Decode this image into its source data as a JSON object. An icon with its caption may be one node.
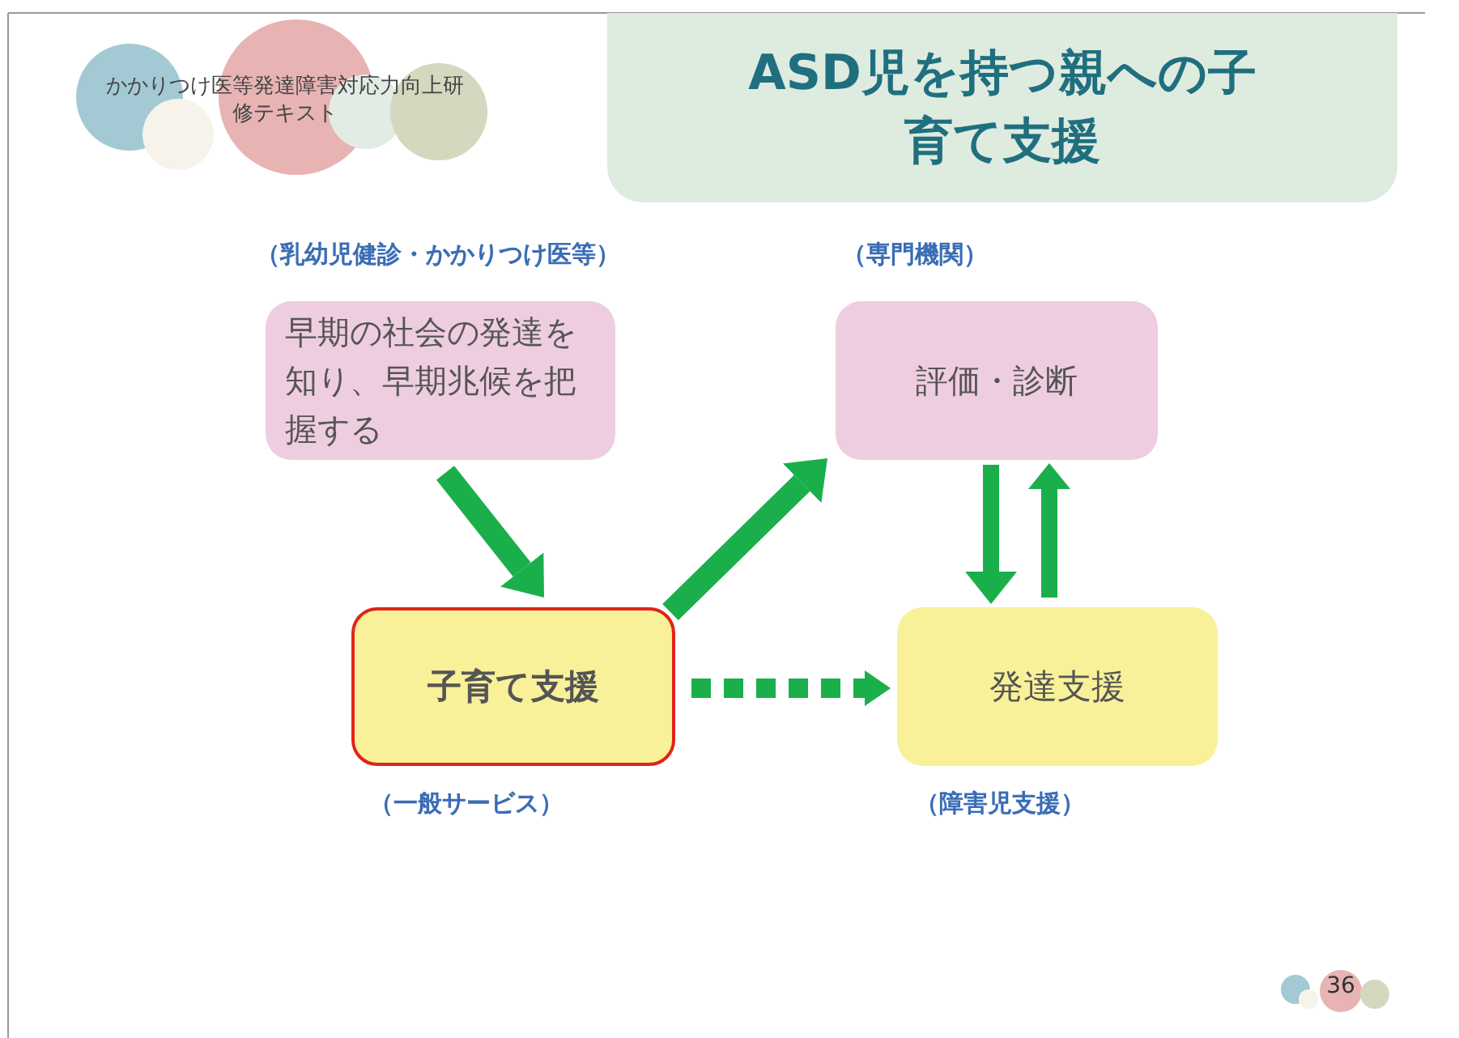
{
  "diagram": {
    "title": "ASD児を持つ親への子育て支援",
    "nodes": [
      {
        "text": [
          "早期の社会の発達を知り、早期兆候を把握する"
        ],
        "beside": [
          "（乳幼児健診・かかりつけ医等）"
        ]
      },
      {
        "text": [
          "評価・診断"
        ],
        "beside": [
          "（専門機関）"
        ]
      },
      {
        "text": [
          "子育て支援"
        ],
        "beside": [
          "（一般サービス）"
        ]
      },
      {
        "text": [
          "発達支援"
        ],
        "beside": [
          "（障害児支援）"
        ]
      }
    ],
    "edges": [
      {
        "from": 0,
        "to": 2,
        "arrow": "to"
      },
      {
        "from": 2,
        "to": 1,
        "arrow": "to"
      },
      {
        "from": 1,
        "to": 3,
        "arrow": "to"
      },
      {
        "from": 3,
        "to": 1,
        "arrow": "to"
      },
      {
        "from": 2,
        "to": 3,
        "arrow": "to",
        "style": "dashed"
      }
    ],
    "labels": [
      "かかりつけ医等発達障害対応力向上研修テキスト",
      "36"
    ]
  }
}
